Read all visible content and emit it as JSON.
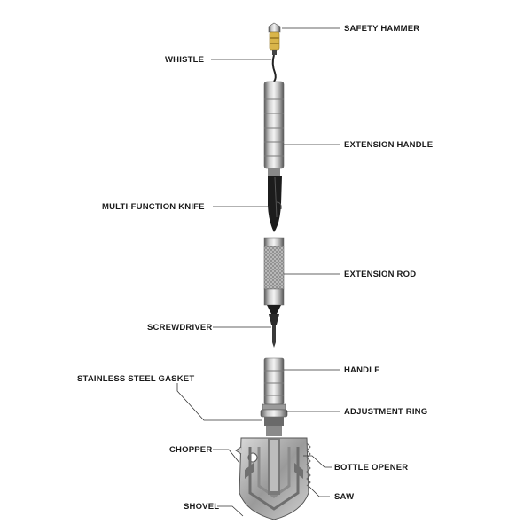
{
  "labels": {
    "safety_hammer": "SAFETY HAMMER",
    "whistle": "WHISTLE",
    "extension_handle": "EXTENSION HANDLE",
    "multi_function_knife": "MULTI-FUNCTION KNIFE",
    "extension_rod": "EXTENSION ROD",
    "screwdriver": "SCREWDRIVER",
    "handle": "HANDLE",
    "stainless_steel_gasket": "STAINLESS STEEL GASKET",
    "adjustment_ring": "ADJUSTMENT RING",
    "chopper": "CHOPPER",
    "bottle_opener": "BOTTLE OPENER",
    "shovel": "SHOVEL",
    "saw": "SAW"
  },
  "colors": {
    "label_text": "#1a1a1a",
    "leader_line": "#333333",
    "metal_light": "#e6e6e6",
    "metal_mid": "#a8a8a8",
    "metal_dark": "#4a4a4a",
    "brass": "#d9b54a",
    "blade_black": "#1c1c1c"
  }
}
